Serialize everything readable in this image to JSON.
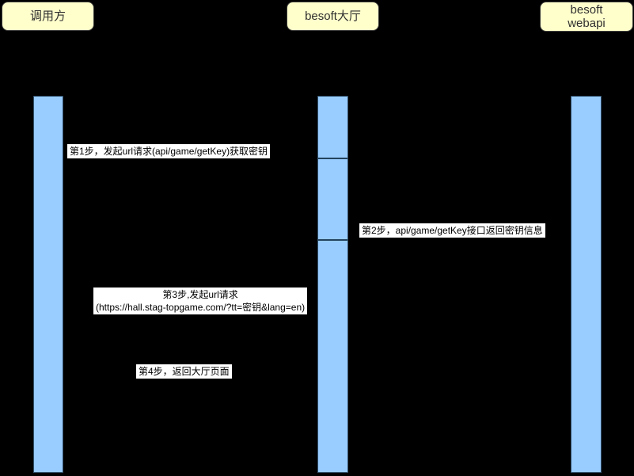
{
  "diagram": {
    "type": "sequence-diagram",
    "colors": {
      "background": "#000000",
      "actor_fill": "#ffffcc",
      "actor_border": "#3a3a3a",
      "activation_fill": "#99ccff",
      "activation_border": "#31506b",
      "divider": "#23445e",
      "label_background": "#ffffff",
      "label_text": "#000000"
    },
    "actors": [
      {
        "id": "caller",
        "label": "调用方"
      },
      {
        "id": "hall",
        "label": "besoft大厅"
      },
      {
        "id": "webapi",
        "label": "besoft\nwebapi"
      }
    ],
    "messages": [
      {
        "step": 1,
        "from": "caller",
        "to": "hall",
        "label": "第1步，发起url请求(api/game/getKey)获取密钥"
      },
      {
        "step": 2,
        "from": "hall",
        "to": "webapi",
        "label": "第2步，api/game/getKey接口返回密钥信息"
      },
      {
        "step": 3,
        "from": "caller",
        "to": "hall",
        "label": "第3步,发起url请求\n(https://hall.stag-topgame.com/?tt=密钥&lang=en)"
      },
      {
        "step": 4,
        "from": "hall",
        "to": "caller",
        "label": "第4步，返回大厅页面"
      }
    ]
  }
}
